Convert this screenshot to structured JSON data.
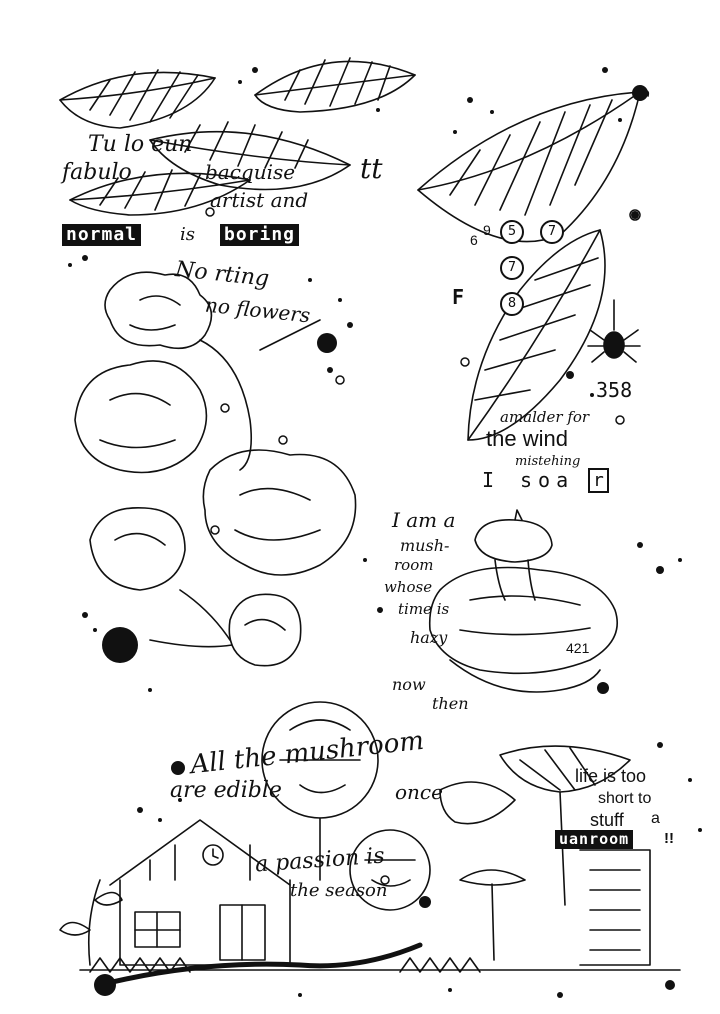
{
  "stamps": {
    "leaves_text": {
      "line1": "Tu lo eun",
      "line2": "fabulo",
      "line3": "bacquise",
      "line4": "tt",
      "line5": "artist and",
      "tag_a": "normal",
      "tag_b": "is",
      "tag_c": "boring"
    },
    "feather": {
      "digits": [
        "6",
        "9",
        "5",
        "7",
        "7",
        "8"
      ],
      "letter": "F",
      "number": "358",
      "script_top": "amalder for",
      "wind": "the wind",
      "script_bottom": "mistehing",
      "soar_i": "I",
      "soar_word": "soa",
      "soar_r": "r"
    },
    "cotton": {
      "script1": "No rting",
      "script2": "no flowers"
    },
    "mushroom": {
      "line1": "I am a",
      "line2": "mush-",
      "line3": "room",
      "line4": "whose",
      "line5": "time is",
      "line6": "hazy",
      "line7": "now",
      "line8": "then",
      "number": "421"
    },
    "house": {
      "script1": "All the mushroom",
      "script2": "are edible",
      "script3": "once",
      "script4": "a passion is",
      "script5": "the season",
      "right1": "life is too",
      "right2": "short to",
      "right3": "stuff",
      "right4": "a",
      "tag": "uanroom",
      "bang": "!!"
    }
  },
  "ink_color": "#111111",
  "paper_color": "#ffffff"
}
